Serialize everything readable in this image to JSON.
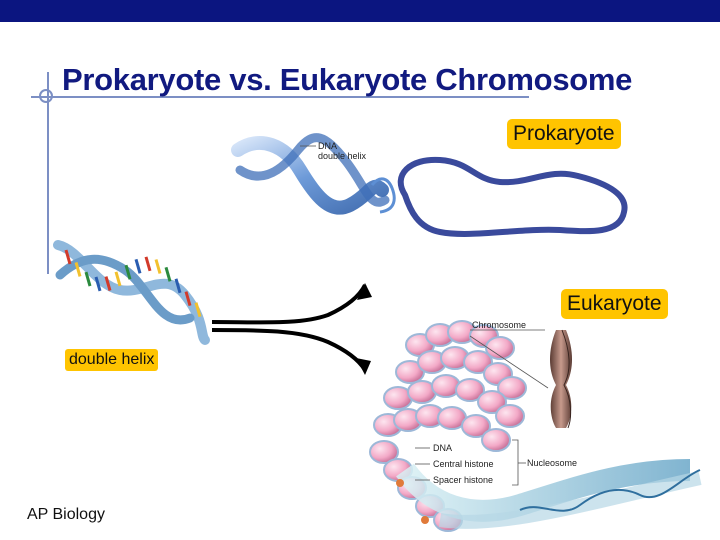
{
  "slide": {
    "title": "Prokaryote vs. Eukaryote Chromosome",
    "footer": "AP Biology"
  },
  "labels": {
    "prokaryote": "Prokaryote",
    "eukaryote": "Eukaryote",
    "double_helix": "double helix"
  },
  "prokaryote_figure": {
    "dna_label_line1": "DNA",
    "dna_label_line2": "double helix"
  },
  "eukaryote_figure": {
    "chromosome": "Chromosome",
    "dna": "DNA",
    "central_histone": "Central histone",
    "spacer_histone": "Spacer histone",
    "nucleosome": "Nucleosome"
  },
  "colors": {
    "title": "#111a80",
    "top_bar": "#0b1580",
    "label_highlight": "#ffc400",
    "plasmid": "#3a4a9c",
    "nucleosome": "#f3a9c7"
  }
}
